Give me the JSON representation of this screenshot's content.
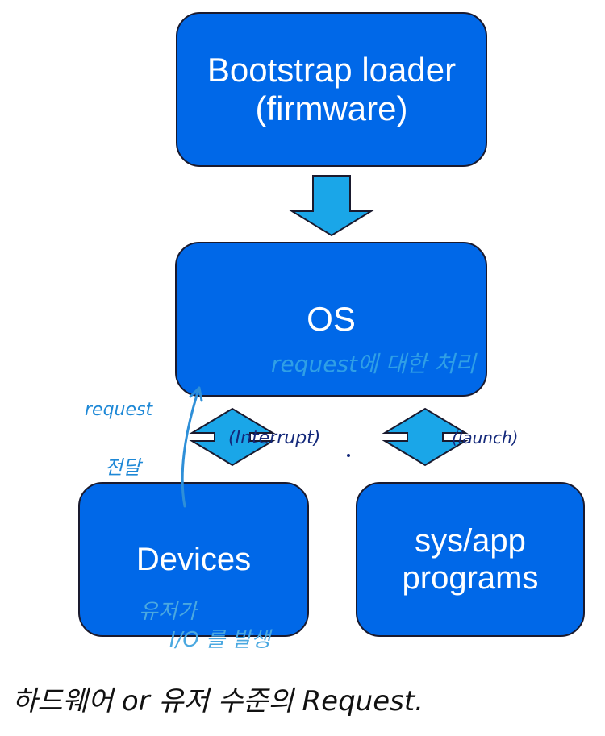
{
  "boxes": {
    "bootstrap": "Bootstrap loader\n(firmware)",
    "os": "OS",
    "devices": "Devices",
    "sysapp": "sys/app\nprograms"
  },
  "annotations": {
    "interrupt": "(Interrupt)",
    "launch": "(launch)",
    "request": "request",
    "deliver": "전달",
    "os_handle": "request에 대한 처리",
    "user_line1": "유저가",
    "user_line2": "I/O 를 발생",
    "bottom": "하드웨어 or 유저 수준의 Request."
  },
  "colors": {
    "box_fill": "#0068e8",
    "arrow_fill": "#1aa6e8",
    "handwriting": "#1e88d6"
  }
}
